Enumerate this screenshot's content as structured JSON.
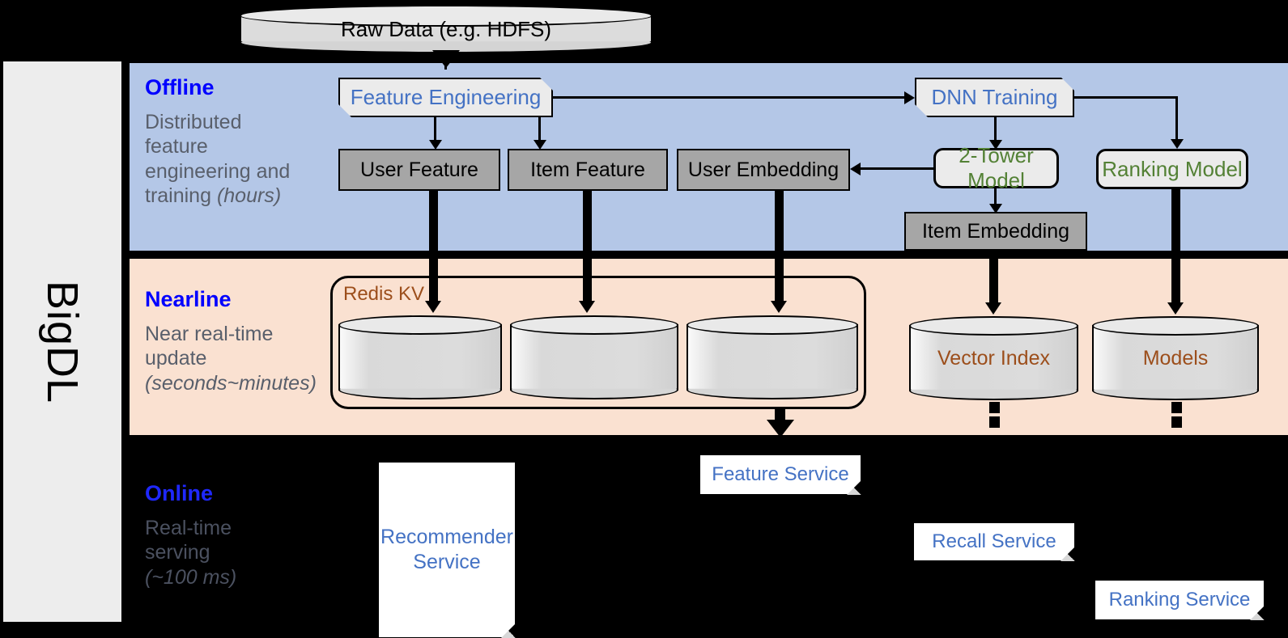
{
  "diagram": {
    "framework_label": "BigDL",
    "stages": [
      {
        "id": "offline",
        "title": "Offline",
        "description_line1": "Distributed",
        "description_line2": "feature",
        "description_line3": "engineering and",
        "description_line4": "training ",
        "description_italic": "(hours)",
        "band_color": "#b4c7e7"
      },
      {
        "id": "nearline",
        "title": "Nearline",
        "description_line1": "Near real-time",
        "description_line2": "update",
        "description_line3": "",
        "description_line4": "",
        "description_italic": "(seconds~minutes)",
        "band_color": "#fae1d1"
      },
      {
        "id": "online",
        "title": "Online",
        "description_line1": "Real-time",
        "description_line2": "serving",
        "description_line3": "",
        "description_line4": "",
        "description_italic": "(~100 ms)",
        "band_color": "#000000"
      }
    ],
    "nodes": {
      "raw_data": "Raw Data (e.g. HDFS)",
      "feature_engineering": "Feature Engineering",
      "dnn_training": "DNN Training",
      "user_feature": "User Feature",
      "item_feature": "Item Feature",
      "user_embedding": "User Embedding",
      "two_tower_model": "2-Tower Model",
      "ranking_model": "Ranking Model",
      "item_embedding": "Item Embedding",
      "redis_kv": "Redis KV",
      "vector_index": "Vector Index",
      "models": "Models",
      "feature_service": "Feature Service",
      "recommender_service_line1": "Recommender",
      "recommender_service_line2": "Service",
      "recall_service": "Recall Service",
      "ranking_service": "Ranking Service"
    },
    "colors": {
      "stage_title": "#0000ff",
      "stage_desc": "#595f6b",
      "blue_text": "#4472c4",
      "green_text": "#538135",
      "brown_text": "#9c4e1b",
      "gray_box": "#a6a6a6",
      "card_fill": "#ebebeb",
      "offline_band": "#b4c7e7",
      "nearline_band": "#fae1d1",
      "sidebar": "#ededed"
    }
  }
}
